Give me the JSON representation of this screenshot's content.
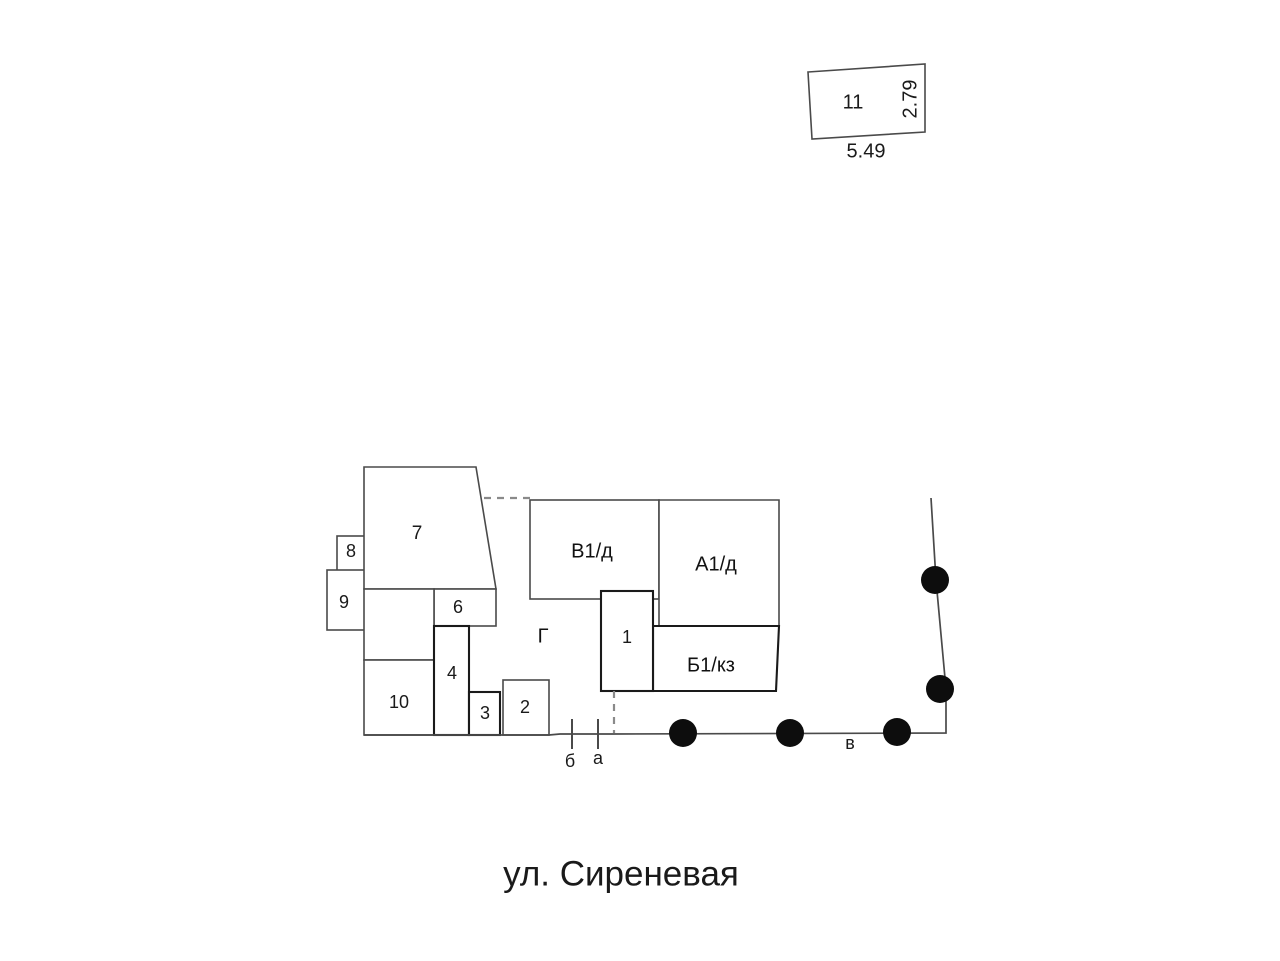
{
  "document": {
    "type": "cadastral-site-plan",
    "street_label": "ул. Сиреневая",
    "background_color": "#ffffff",
    "line_color": "#4a4a4a",
    "accent_color": "#0d0d0d"
  },
  "parcel_inset": {
    "number_label": "11",
    "width_dim": "5.49",
    "height_dim": "2.79"
  },
  "structures": [
    {
      "id": "s7",
      "label": "7"
    },
    {
      "id": "s8",
      "label": "8"
    },
    {
      "id": "s9",
      "label": "9"
    },
    {
      "id": "s6",
      "label": "6"
    },
    {
      "id": "s4",
      "label": "4"
    },
    {
      "id": "s10",
      "label": "10"
    },
    {
      "id": "s3",
      "label": "3"
    },
    {
      "id": "s2",
      "label": "2"
    },
    {
      "id": "s1",
      "label": "1"
    }
  ],
  "literas": [
    {
      "id": "v1d",
      "label": "В1/д"
    },
    {
      "id": "a1d",
      "label": "А1/д"
    },
    {
      "id": "b1kz",
      "label": "Б1/кз"
    },
    {
      "id": "g",
      "label": "Г"
    }
  ],
  "boundary": {
    "gate_markers": [
      {
        "id": "gate-b",
        "label": "б"
      },
      {
        "id": "gate-a",
        "label": "а"
      }
    ],
    "fence_segment_label": "в",
    "node_count": 5
  }
}
